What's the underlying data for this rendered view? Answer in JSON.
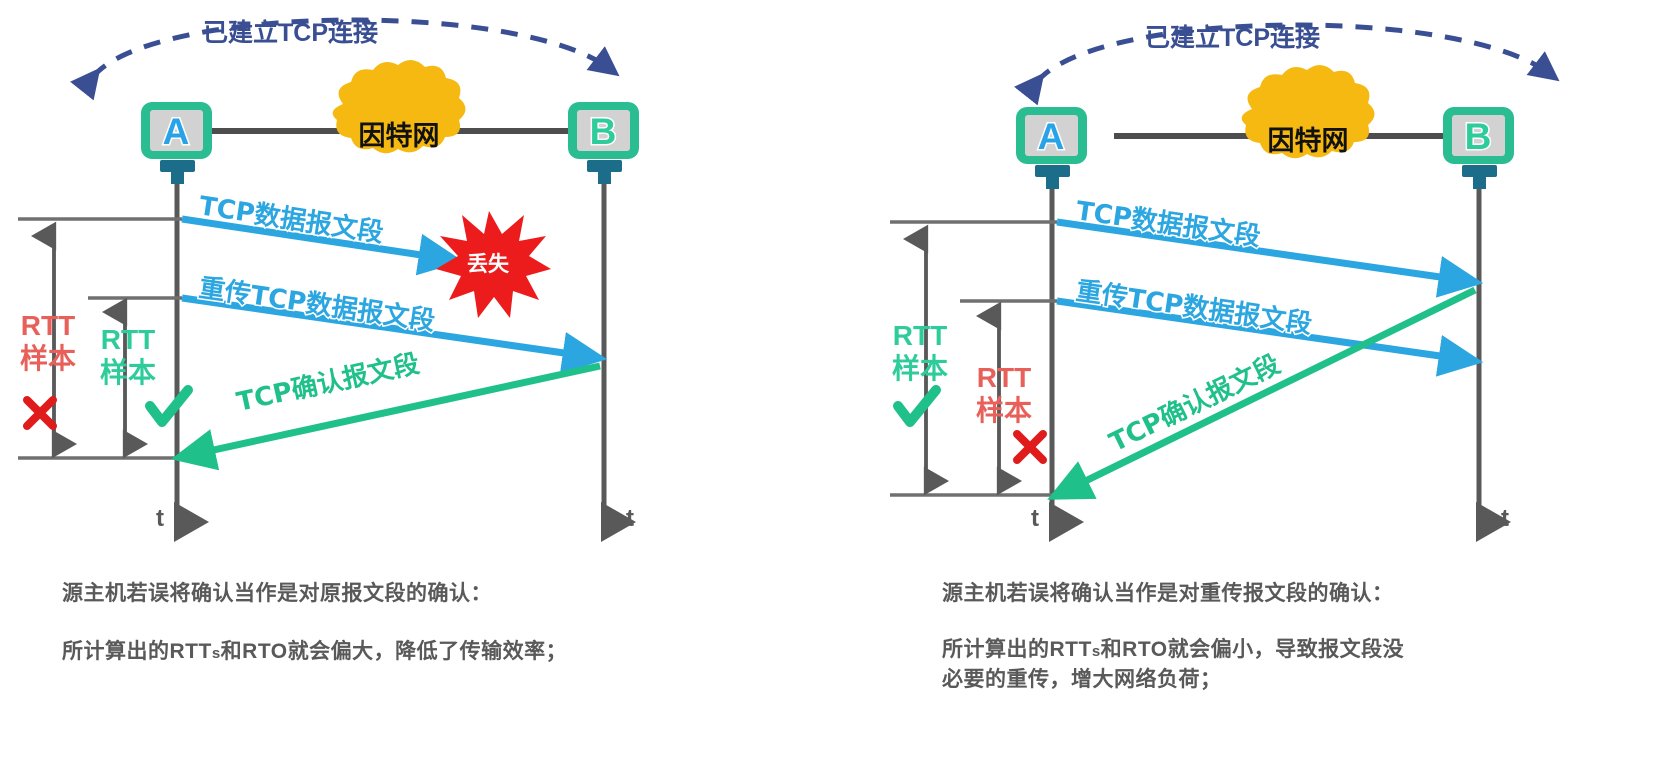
{
  "colors": {
    "data_arrow": "#2ba6e0",
    "ack_arrow": "#1fc08a",
    "host_border": "#2bbd92",
    "host_screen": "#d2d2d2",
    "host_stand": "#1b6d8a",
    "letter_a": "#29a3e8",
    "letter_b": "#2ecb9b",
    "cloud": "#f5b912",
    "arc_dash": "#3a4f93",
    "arc_label": "#3a4f93",
    "loss_burst": "#ed1c1c",
    "timeline": "#595959",
    "rtt_bad": "#e8605a",
    "rtt_good": "#2ecb9b",
    "caption": "#595959",
    "link_line": "#4d4d4d"
  },
  "panels": [
    {
      "id": "left",
      "arc_label": "已建立TCP连接",
      "host_left": "A",
      "host_right": "B",
      "cloud_label": "因特网",
      "time_axis_label_left": "t",
      "time_axis_label_right": "t",
      "messages": [
        {
          "name": "data-segment",
          "label": "TCP数据报文段",
          "kind": "data",
          "lost": true
        },
        {
          "name": "retransmit-segment",
          "label": "重传TCP数据报文段",
          "kind": "data",
          "lost": false
        },
        {
          "name": "ack-segment",
          "label": "TCP确认报文段",
          "kind": "ack",
          "lost": false
        }
      ],
      "loss_label": "丢失",
      "rtt_brackets": [
        {
          "name": "rtt-sample-outer",
          "line1": "RTT",
          "line2": "样本",
          "mark": "cross",
          "status_color": "bad"
        },
        {
          "name": "rtt-sample-inner",
          "line1": "RTT",
          "line2": "样本",
          "mark": "check",
          "status_color": "good"
        }
      ],
      "caption_line_1": "源主机若误将确认当作是对原报文段的确认：",
      "caption_line_2_parts": [
        "所计算出的RTT",
        "s",
        "和RTO就会偏大，降低了传输效率；"
      ]
    },
    {
      "id": "right",
      "arc_label": "已建立TCP连接",
      "host_left": "A",
      "host_right": "B",
      "cloud_label": "因特网",
      "time_axis_label_left": "t",
      "time_axis_label_right": "t",
      "messages": [
        {
          "name": "data-segment",
          "label": "TCP数据报文段",
          "kind": "data",
          "lost": false
        },
        {
          "name": "retransmit-segment",
          "label": "重传TCP数据报文段",
          "kind": "data",
          "lost": false
        },
        {
          "name": "ack-segment",
          "label": "TCP确认报文段",
          "kind": "ack",
          "lost": false
        }
      ],
      "rtt_brackets": [
        {
          "name": "rtt-sample-outer",
          "line1": "RTT",
          "line2": "样本",
          "mark": "check",
          "status_color": "good"
        },
        {
          "name": "rtt-sample-inner",
          "line1": "RTT",
          "line2": "样本",
          "mark": "cross",
          "status_color": "bad"
        }
      ],
      "caption_line_1": "源主机若误将确认当作是对重传报文段的确认：",
      "caption_line_2_parts": [
        "所计算出的RTT",
        "s",
        "和RTO就会偏小，导致报文段没必要的重传，增大网络负荷；"
      ]
    }
  ]
}
